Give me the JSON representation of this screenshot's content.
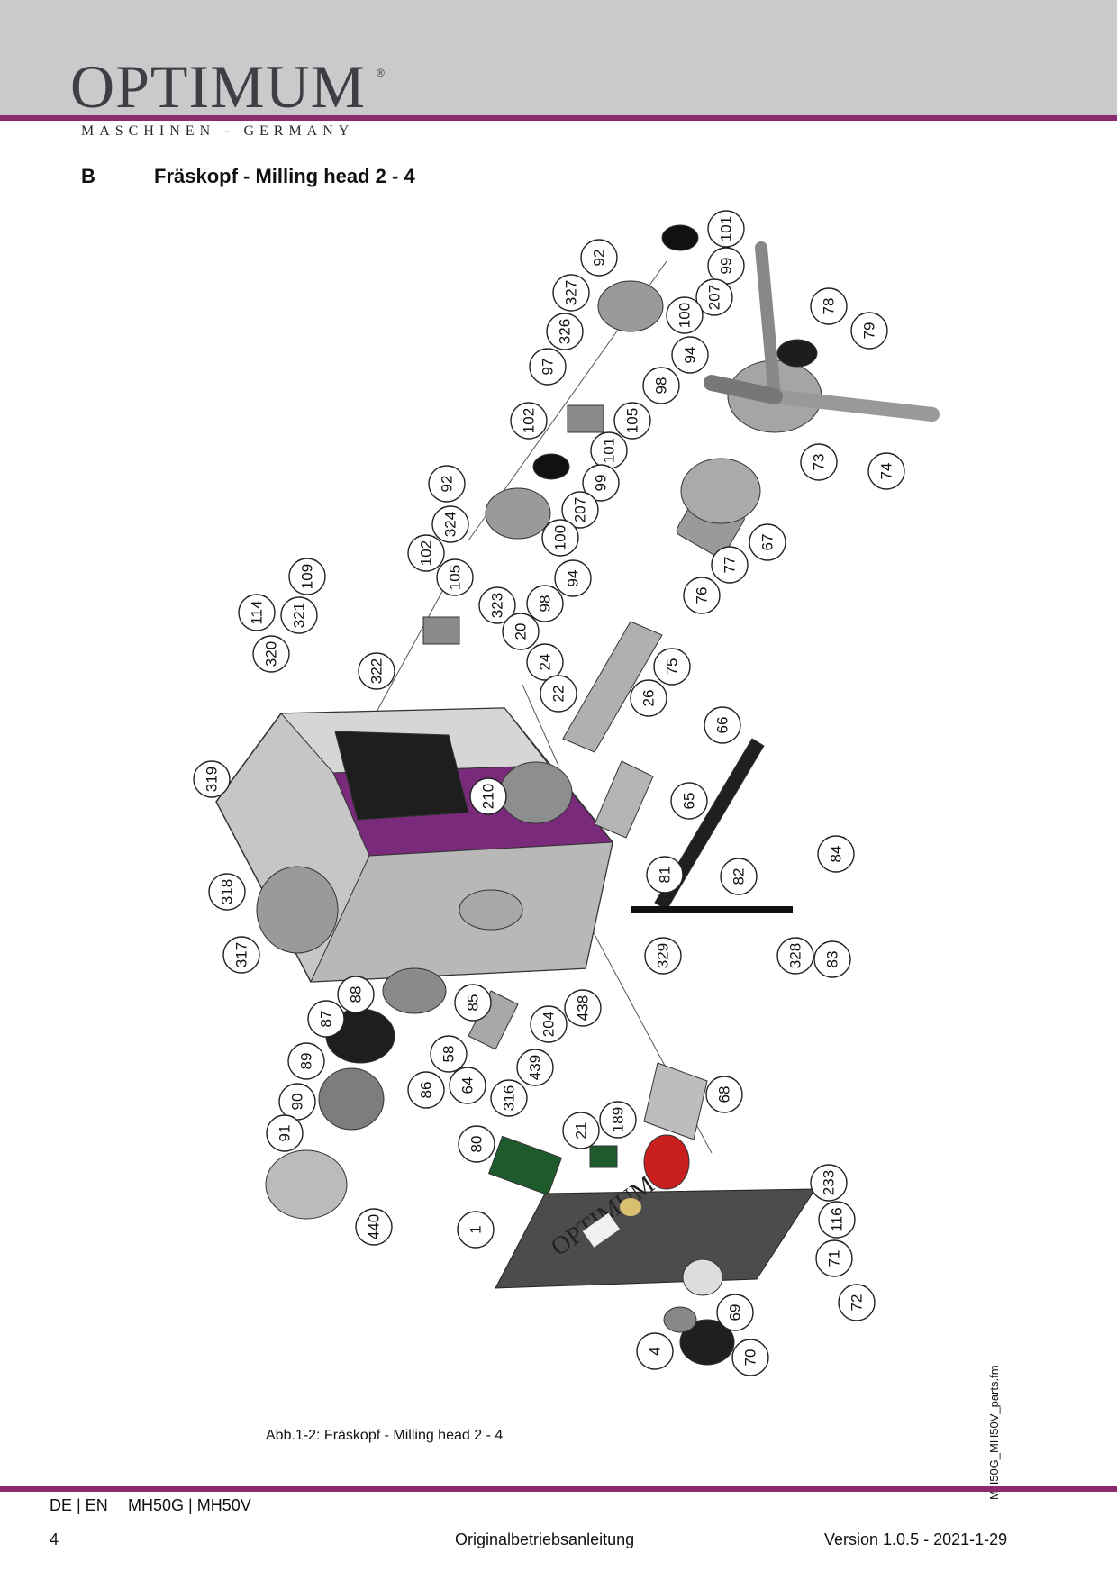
{
  "header": {
    "brand": "OPTIMUM",
    "registered": "®",
    "tagline": "MASCHINEN - GERMANY"
  },
  "section": {
    "letter": "B",
    "title": "Fräskopf - Milling  head 2 - 4"
  },
  "figure": {
    "caption": "Abb.1-2:   Fräskopf - Milling head  2 - 4",
    "source_file": "MH50G_MH50V_parts.fm",
    "panel_brand": "OPTIMUM",
    "callouts": [
      "101",
      "99",
      "92",
      "207",
      "100",
      "327",
      "326",
      "94",
      "78",
      "79",
      "97",
      "98",
      "102",
      "105",
      "101",
      "73",
      "74",
      "99",
      "92",
      "207",
      "324",
      "100",
      "94",
      "98",
      "67",
      "77",
      "76",
      "109",
      "102",
      "105",
      "323",
      "114",
      "321",
      "20",
      "24",
      "22",
      "75",
      "26",
      "66",
      "320",
      "322",
      "319",
      "210",
      "65",
      "318",
      "81",
      "82",
      "84",
      "317",
      "328",
      "83",
      "329",
      "88",
      "85",
      "87",
      "204",
      "438",
      "58",
      "89",
      "86",
      "64",
      "439",
      "316",
      "68",
      "90",
      "189",
      "91",
      "80",
      "21",
      "233",
      "116",
      "71",
      "1",
      "440",
      "72",
      "69",
      "4",
      "70"
    ]
  },
  "footer": {
    "languages": "DE | EN",
    "models": "MH50G | MH50V",
    "page_number": "4",
    "document_type": "Originalbetriebsanleitung",
    "version": "Version 1.0.5 - 2021-1-29"
  }
}
